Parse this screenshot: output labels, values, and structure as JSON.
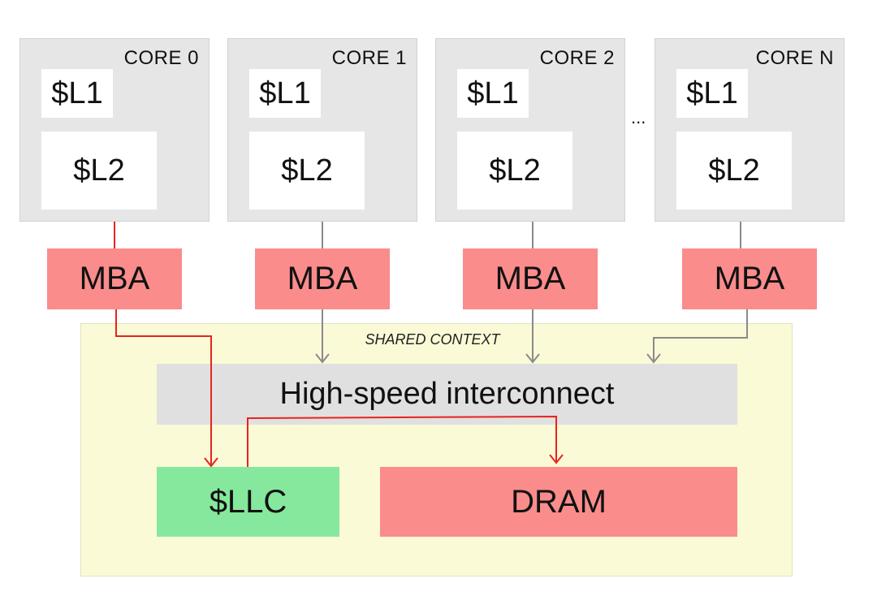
{
  "cores": [
    {
      "label": "CORE 0",
      "l1": "$L1",
      "l2": "$L2",
      "mba": "MBA"
    },
    {
      "label": "CORE 1",
      "l1": "$L1",
      "l2": "$L2",
      "mba": "MBA"
    },
    {
      "label": "CORE 2",
      "l1": "$L1",
      "l2": "$L2",
      "mba": "MBA"
    },
    {
      "label": "CORE N",
      "l1": "$L1",
      "l2": "$L2",
      "mba": "MBA"
    }
  ],
  "ellipsis": "...",
  "shared": {
    "label": "SHARED CONTEXT",
    "interconnect": "High-speed interconnect",
    "llc": "$LLC",
    "dram": "DRAM"
  },
  "colors": {
    "highlight_path": "#e8231f",
    "normal_path": "#8a8a8a",
    "mba": "#fa8c8c",
    "llc": "#86e89c",
    "dram": "#fa8c8c",
    "shared_bg": "#fafad7",
    "core_bg": "#e6e6e6"
  }
}
